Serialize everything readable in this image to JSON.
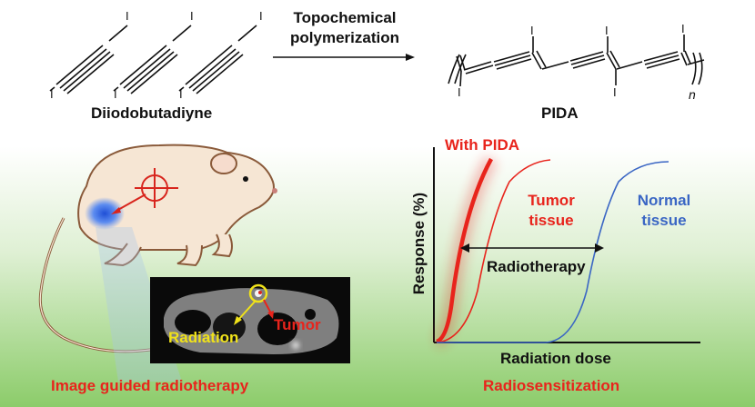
{
  "top": {
    "reaction_line1": "Topochemical",
    "reaction_line2": "polymerization",
    "reactant_label": "Diiodobutadiyne",
    "product_label": "PIDA",
    "atom_iodine": "I",
    "repeat_n": "n"
  },
  "left_panel": {
    "radiation_label": "Radiation",
    "tumor_label": "Tumor",
    "caption": "Image guided radiotherapy"
  },
  "right_panel": {
    "with_pida": "With PIDA",
    "tumor_tissue_line1": "Tumor",
    "tumor_tissue_line2": "tissue",
    "normal_tissue_line1": "Normal",
    "normal_tissue_line2": "tissue",
    "therapy_window": "Radiotherapy",
    "y_axis": "Response  (%)",
    "x_axis": "Radiation dose",
    "caption": "Radiosensitization"
  },
  "colors": {
    "red": "#e8241c",
    "blue": "#3a66c4",
    "yellow": "#f0e21a",
    "mouse_body": "#f6e6d4",
    "mouse_outline": "#8a5a3a",
    "green_bottom": "#8ccc6a"
  }
}
